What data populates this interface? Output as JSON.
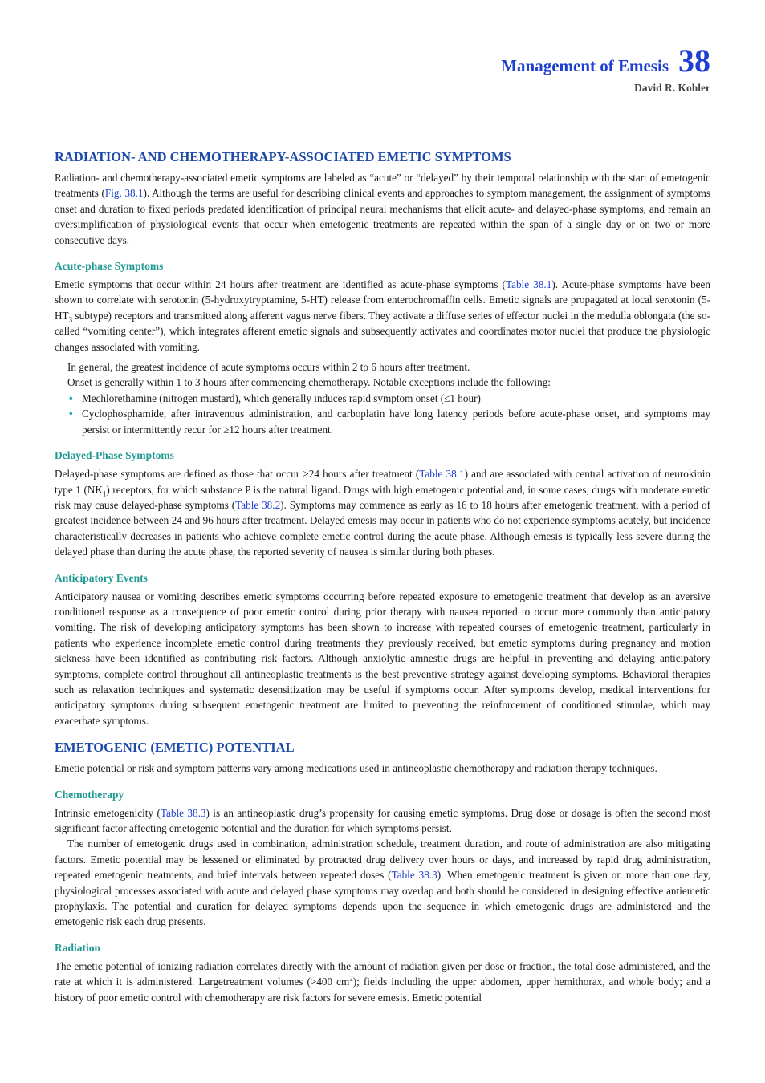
{
  "chapter": {
    "title": "Management of Emesis",
    "number": "38",
    "author": "David R. Kohler"
  },
  "sections": {
    "s1": {
      "heading": "RADIATION- AND CHEMOTHERAPY-ASSOCIATED EMETIC SYMPTOMS",
      "p1": {
        "a": "Radiation- and chemotherapy-associated emetic symptoms are labeled as “acute” or “delayed” by their temporal relationship with the start of emetogenic treatments (",
        "ref": "Fig. 38.1",
        "b": "). Although the terms are useful for describing clinical events and approaches to symptom management, the assignment of symptoms onset and duration to fixed periods predated identification of principal neural mechanisms that elicit acute- and delayed-phase symptoms, and remain an oversimplification of physiological events that occur when emetogenic treatments are repeated within the span of a single day or on two or more consecutive days."
      },
      "acute": {
        "heading": "Acute-phase Symptoms",
        "p1": {
          "a": "Emetic symptoms that occur within 24 hours after treatment are identified as acute-phase symptoms (",
          "ref": "Table 38.1",
          "b": "). Acute-phase symptoms have been shown to correlate with serotonin (5-hydroxytryptamine, 5-HT) release from enterochromaffin cells. Emetic signals are propagated at local serotonin (5-HT",
          "sub": "3",
          "c": " subtype) receptors and transmitted along afferent vagus nerve fibers. They activate a diffuse series of effector nuclei in the medulla oblongata (the so-called “vomiting center”), which integrates afferent emetic signals and subsequently activates and coordinates motor nuclei that produce the physiologic changes associated with vomiting."
        },
        "line1": "In general, the greatest incidence of acute symptoms occurs within 2 to 6 hours after treatment.",
        "line2": "Onset is generally within 1 to 3 hours after commencing chemotherapy. Notable exceptions include the following:",
        "bullets": [
          "Mechlorethamine (nitrogen mustard), which generally induces rapid symptom onset (≤1 hour)",
          "Cyclophosphamide, after intravenous administration, and carboplatin have long latency periods before acute-phase onset, and symptoms may persist or intermittently recur for ≥12 hours after treatment."
        ]
      },
      "delayed": {
        "heading": "Delayed-Phase Symptoms",
        "p1": {
          "a": "Delayed-phase symptoms are defined as those that occur >24 hours after treatment (",
          "ref1": "Table 38.1",
          "b": ") and are associated with central activation of neurokinin type 1 (NK",
          "sub": "1",
          "c": ") receptors, for which substance P is the natural ligand. Drugs with high emetogenic potential and, in some cases, drugs with moderate emetic risk may cause delayed-phase symptoms (",
          "ref2": "Table 38.2",
          "d": "). Symptoms may commence as early as 16 to 18 hours after emetogenic treatment, with a period of greatest incidence between 24 and 96 hours after treatment. Delayed emesis may occur in patients who do not experience symptoms acutely, but incidence characteristically decreases in patients who achieve complete emetic control during the acute phase. Although emesis is typically less severe during the delayed phase than during the acute phase, the reported severity of nausea is similar during both phases."
        }
      },
      "anticipatory": {
        "heading": "Anticipatory Events",
        "p1": "Anticipatory nausea or vomiting describes emetic symptoms occurring before repeated exposure to emetogenic treatment that develop as an aversive conditioned response as a consequence of poor emetic control during prior therapy with nausea reported to occur more commonly than anticipatory vomiting. The risk of developing anticipatory symptoms has been shown to increase with repeated courses of emetogenic treatment, particularly in patients who experience incomplete emetic control during treatments they previously received, but emetic symptoms during pregnancy and motion sickness have been identified as contributing risk factors. Although anxiolytic amnestic drugs are helpful in preventing and delaying anticipatory symptoms, complete control throughout all antineoplastic treatments is the best preventive strategy against developing symptoms. Behavioral therapies such as relaxation techniques and systematic desensitization may be useful if symptoms occur. After symptoms develop, medical interventions for anticipatory symptoms during subsequent emetogenic treatment are limited to preventing the reinforcement of conditioned stimulae, which may exacerbate symptoms."
      }
    },
    "s2": {
      "heading": "EMETOGENIC (EMETIC) POTENTIAL",
      "p1": "Emetic potential or risk and symptom patterns vary among medications used in antineoplastic chemotherapy and radiation therapy techniques.",
      "chemo": {
        "heading": "Chemotherapy",
        "p1": {
          "a": "Intrinsic emetogenicity (",
          "ref": "Table 38.3",
          "b": ") is an antineoplastic drug’s propensity for causing emetic symptoms. Drug dose or dosage is often the second most significant factor affecting emetogenic potential and the duration for which symptoms persist."
        },
        "p2": {
          "a": "The number of emetogenic drugs used in combination, administration schedule, treatment duration, and route of administration are also mitigating factors. Emetic potential may be lessened or eliminated by protracted drug delivery over hours or days, and increased by rapid drug administration, repeated emetogenic treatments, and brief intervals between repeated doses (",
          "ref": "Table 38.3",
          "b": "). When emetogenic treatment is given on more than one day, physiological processes associated with acute and delayed phase symptoms may overlap and both should be considered in designing effective antiemetic prophylaxis. The potential and duration for delayed symptoms depends upon the sequence in which emetogenic drugs are administered and the emetogenic risk each drug presents."
        }
      },
      "radiation": {
        "heading": "Radiation",
        "p1": {
          "a": "The emetic potential of ionizing radiation correlates directly with the amount of radiation given per dose or fraction, the total dose administered, and the rate at which it is administered. Largetreatment volumes (>400 cm",
          "sup": "2",
          "b": "); fields including the upper abdomen, upper hemithorax, and whole body; and a history of poor emetic control with chemotherapy are risk factors for severe emesis. Emetic potential"
        }
      }
    }
  }
}
